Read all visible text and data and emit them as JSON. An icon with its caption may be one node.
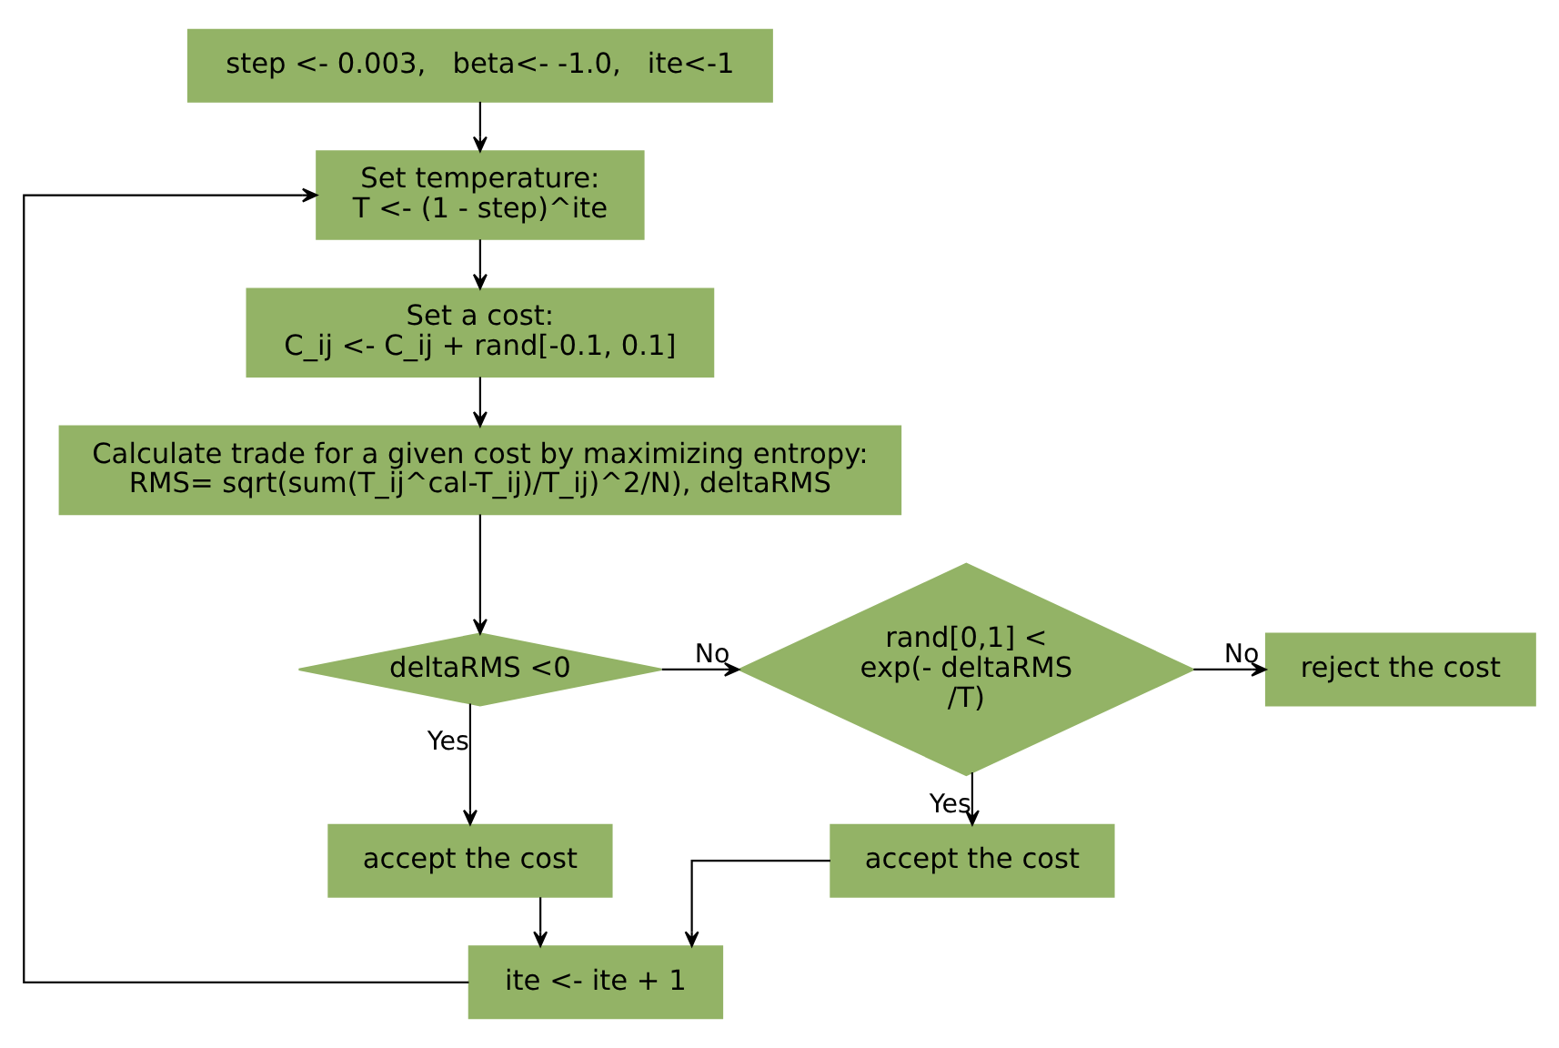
{
  "diagram": {
    "nodes": [
      {
        "text": [
          "step <- 0.003,   beta<- -1.0,   ite<-1"
        ]
      },
      {
        "text": [
          "Set temperature:",
          "T <- (1 - step)^ite"
        ]
      },
      {
        "text": [
          "Set a cost:",
          "C_ij <- C_ij + rand[-0.1, 0.1]"
        ]
      },
      {
        "text": [
          "Calculate trade for a given cost by maximizing entropy:",
          "RMS= sqrt(sum(T_ij^cal-T_ij)/T_ij)^2/N), deltaRMS"
        ]
      },
      {
        "text": [
          "deltaRMS <0"
        ]
      },
      {
        "text": [
          "rand[0,1] < exp(- deltaRMS /T)"
        ]
      },
      {
        "text": [
          "reject the cost"
        ]
      },
      {
        "text": [
          "accept the cost"
        ]
      },
      {
        "text": [
          "accept the cost"
        ]
      },
      {
        "text": [
          "ite <- ite + 1"
        ]
      }
    ],
    "edges": [
      {
        "from": 0,
        "to": 1,
        "arrow": "to"
      },
      {
        "from": 1,
        "to": 2,
        "arrow": "to"
      },
      {
        "from": 2,
        "to": 3,
        "arrow": "to"
      },
      {
        "from": 3,
        "to": 4,
        "arrow": "to"
      },
      {
        "from": 4,
        "to": 5,
        "arrow": "to",
        "label": "No"
      },
      {
        "from": 5,
        "to": 6,
        "arrow": "to",
        "label": "No"
      },
      {
        "from": 4,
        "to": 7,
        "arrow": "to",
        "label": "Yes"
      },
      {
        "from": 5,
        "to": 8,
        "arrow": "to",
        "label": "Yes"
      },
      {
        "from": 7,
        "to": 9,
        "arrow": "to"
      },
      {
        "from": 8,
        "to": 9,
        "arrow": "to"
      },
      {
        "from": 9,
        "to": 1,
        "arrow": "to"
      }
    ]
  }
}
